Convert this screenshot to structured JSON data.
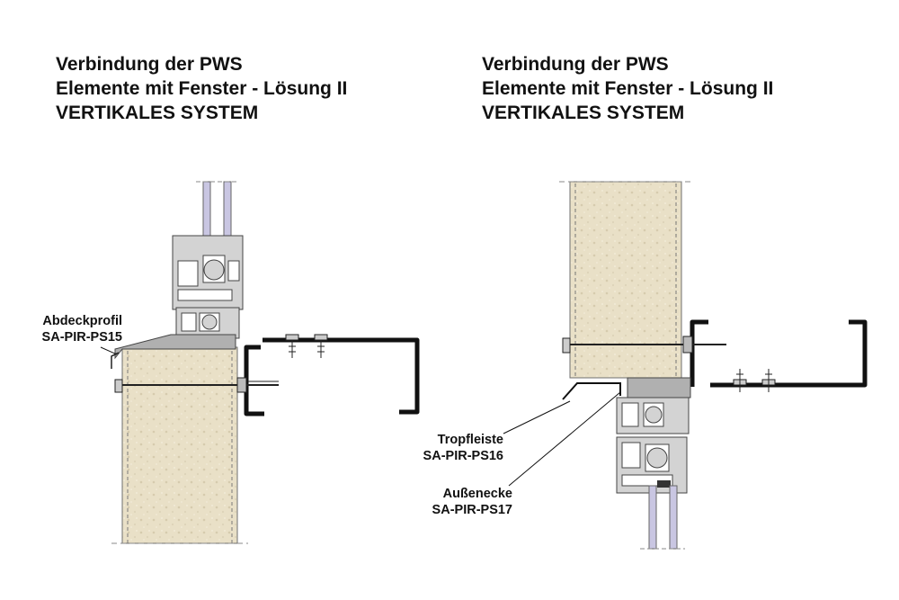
{
  "left": {
    "title": [
      "Verbindung der PWS",
      "Elemente mit Fenster - Lösung II",
      "VERTIKALES SYSTEM"
    ],
    "labels": {
      "abdeckprofil": [
        "Abdeckprofil",
        "SA-PIR-PS15"
      ]
    }
  },
  "right": {
    "title": [
      "Verbindung der PWS",
      "Elemente mit Fenster - Lösung II",
      "VERTIKALES SYSTEM"
    ],
    "labels": {
      "tropfleiste": [
        "Tropfleiste",
        "SA-PIR-PS16"
      ],
      "aussenecke": [
        "Außenecke",
        "SA-PIR-PS17"
      ]
    }
  },
  "colors": {
    "panel_fill": "#e9e0c7",
    "panel_edge": "#6f6f6f",
    "glass": "#c9c6e2",
    "profile": "#d3d3d3",
    "steel": "#111111",
    "flashing": "#b0b0b0"
  }
}
